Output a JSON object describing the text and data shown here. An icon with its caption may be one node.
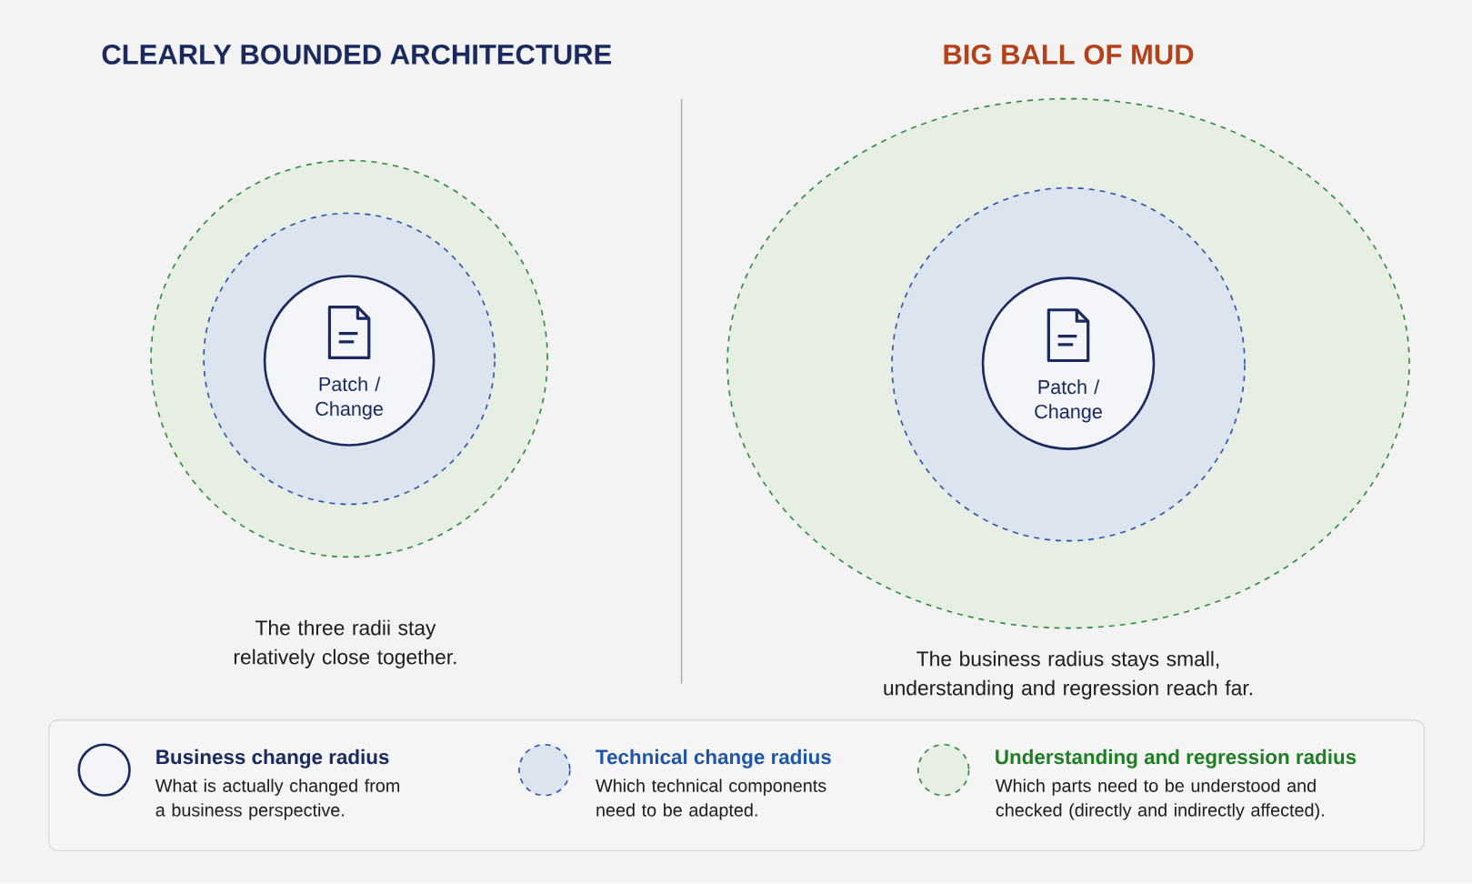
{
  "diagram": {
    "nodes": [
      {
        "text": [],
        "shape": "circle"
      },
      {
        "text": [],
        "shape": "circle",
        "in": 0
      },
      {
        "text": [
          "Patch / Change"
        ],
        "in": 1
      },
      {
        "text": [],
        "shape": "ellipse"
      },
      {
        "text": [],
        "shape": "circle",
        "in": 3
      },
      {
        "text": [
          "Patch / Change"
        ],
        "in": 4
      }
    ],
    "labels": [
      "CLEARLY BOUNDED ARCHITECTURE",
      "BIG BALL OF MUD",
      "The three radii stay relatively close together.",
      "The business radius stays small, understanding and regression reach far.",
      "What is actually changed from a business perspective.",
      "Which technical components need to be adapted.",
      "Which parts need to be understood and checked (directly and indirectly affected)."
    ],
    "legend": [
      {
        "text": "Business change radius"
      },
      {
        "text": "Technical change radius"
      },
      {
        "text": "Understanding and regression radius"
      }
    ]
  }
}
